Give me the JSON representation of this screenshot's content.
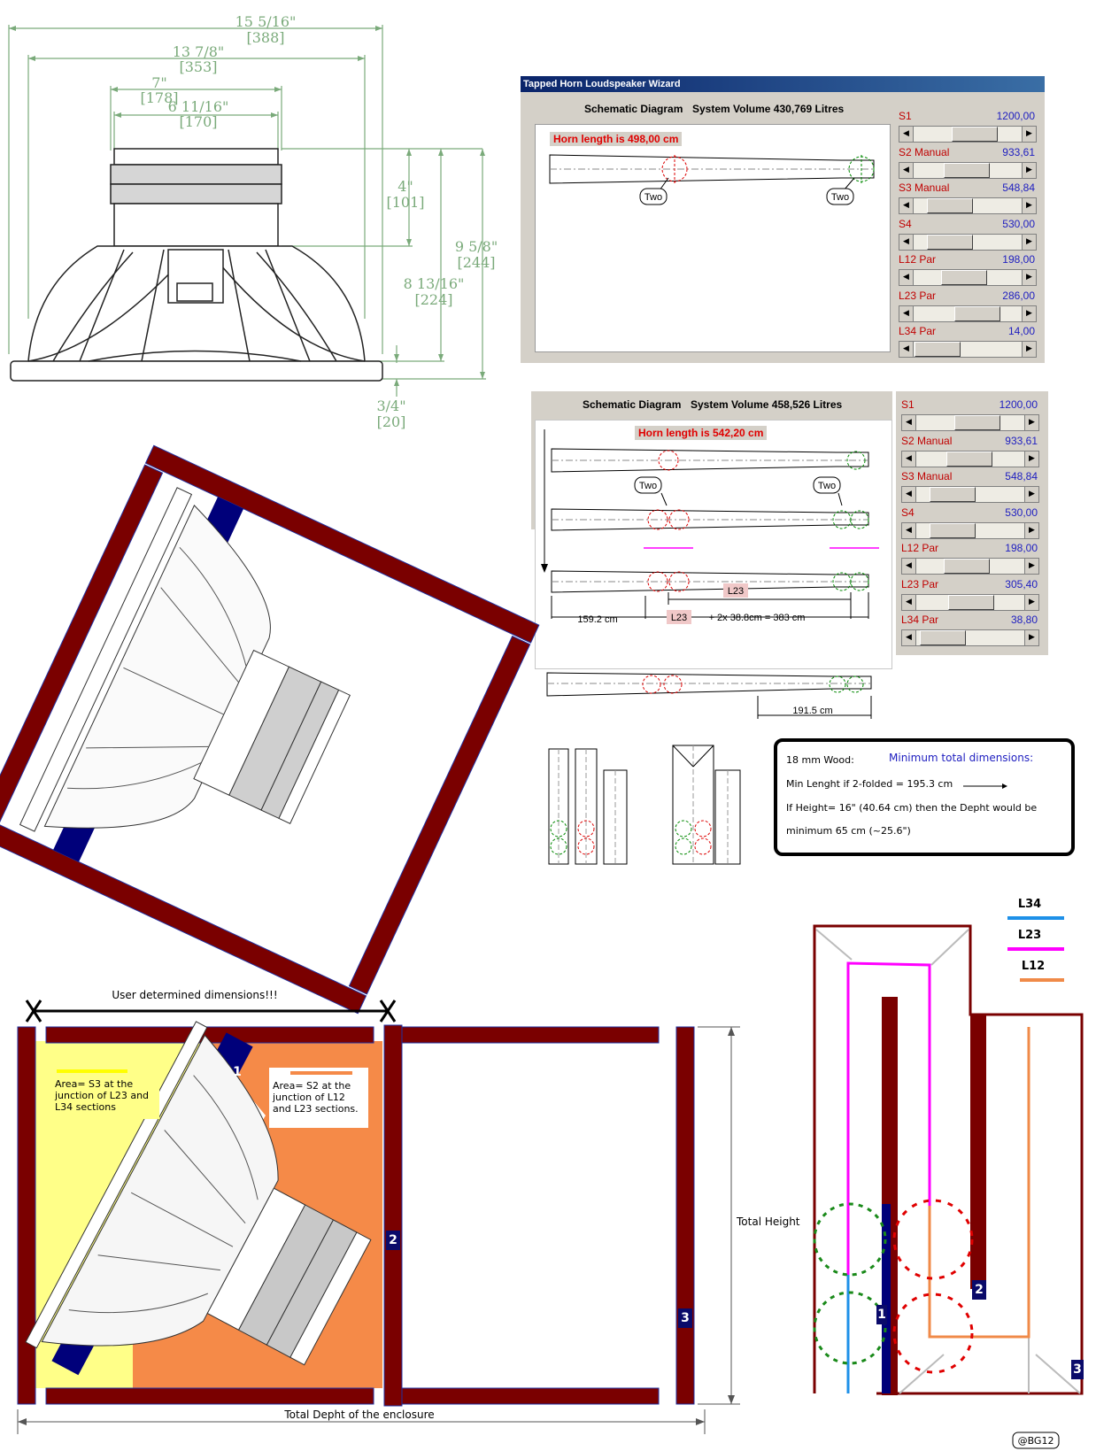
{
  "speaker_dims": {
    "w1": "15 5/16\"",
    "w1mm": "[388]",
    "w2": "13 7/8\"",
    "w2mm": "[353]",
    "w3": "7\"",
    "w3mm": "[178]",
    "w4": "6 11/16\"",
    "w4mm": "[170]",
    "h1": "4\"",
    "h1mm": "[101]",
    "h2": "9 5/8\"",
    "h2mm": "[244]",
    "h3": "8 13/16\"",
    "h3mm": "[224]",
    "h4": "3/4\"",
    "h4mm": "[20]"
  },
  "wizard1": {
    "window_title": "Tapped Horn Loudspeaker Wizard",
    "schematic": "Schematic Diagram",
    "volume": "System Volume 430,769 Litres",
    "horn": "Horn length is 498,00 cm",
    "two": "Two",
    "sliders": [
      {
        "name": "S1",
        "value": "1200,00",
        "frac": 0.62
      },
      {
        "name": "S2  Manual",
        "value": "933,61",
        "frac": 0.48
      },
      {
        "name": "S3  Manual",
        "value": "548,84",
        "frac": 0.22
      },
      {
        "name": "S4",
        "value": "530,00",
        "frac": 0.21
      },
      {
        "name": "L12  Par",
        "value": "198,00",
        "frac": 0.44
      },
      {
        "name": "L23  Par",
        "value": "286,00",
        "frac": 0.66
      },
      {
        "name": "L34  Par",
        "value": "14,00",
        "frac": 0.02
      }
    ]
  },
  "wizard2": {
    "schematic": "Schematic Diagram",
    "volume": "System Volume 458,526 Litres",
    "horn": "Horn length is 542,20 cm",
    "two": "Two",
    "l23": "L23",
    "dim_left": "159.2 cm",
    "formula": "+ 2x 38.8cm  = 383 cm",
    "dim_bottom": "191.5 cm",
    "sliders": [
      {
        "name": "S1",
        "value": "1200,00",
        "frac": 0.62
      },
      {
        "name": "S2  Manual",
        "value": "933,61",
        "frac": 0.48
      },
      {
        "name": "S3  Manual",
        "value": "548,84",
        "frac": 0.22
      },
      {
        "name": "S4",
        "value": "530,00",
        "frac": 0.21
      },
      {
        "name": "L12  Par",
        "value": "198,00",
        "frac": 0.44
      },
      {
        "name": "L23  Par",
        "value": "305,40",
        "frac": 0.52
      },
      {
        "name": "L34  Par",
        "value": "38,80",
        "frac": 0.06
      }
    ]
  },
  "info": {
    "wood": "18 mm Wood:",
    "heading": "Minimum total dimensions:",
    "min_length": "Min Lenght if 2-folded = 195.3 cm",
    "height_line": "If Height= 16\" (40.64 cm)  then the Depht would be",
    "minimum": "minimum 65 cm (~25.6\")"
  },
  "enclosure": {
    "user_dims": "User determined dimensions!!!",
    "area_s3": "Area= S3 at the junction of L23 and L34 sections",
    "area_s2": "Area= S2 at the junction of L12 and L23 sections.",
    "total_height": "Total Height",
    "total_depth": "Total Depht of the enclosure",
    "n1": "1",
    "n2": "2",
    "n3": "3"
  },
  "legend": {
    "l34": "L34",
    "l23": "L23",
    "l12": "L12",
    "colors": {
      "l34": "#1e90e8",
      "l23": "#ff00ff",
      "l12": "#f08a48"
    }
  },
  "credit": "@BG12",
  "colors": {
    "wood": "#7a0000",
    "navy": "#00007a",
    "dim_green": "#7aaa7a"
  }
}
